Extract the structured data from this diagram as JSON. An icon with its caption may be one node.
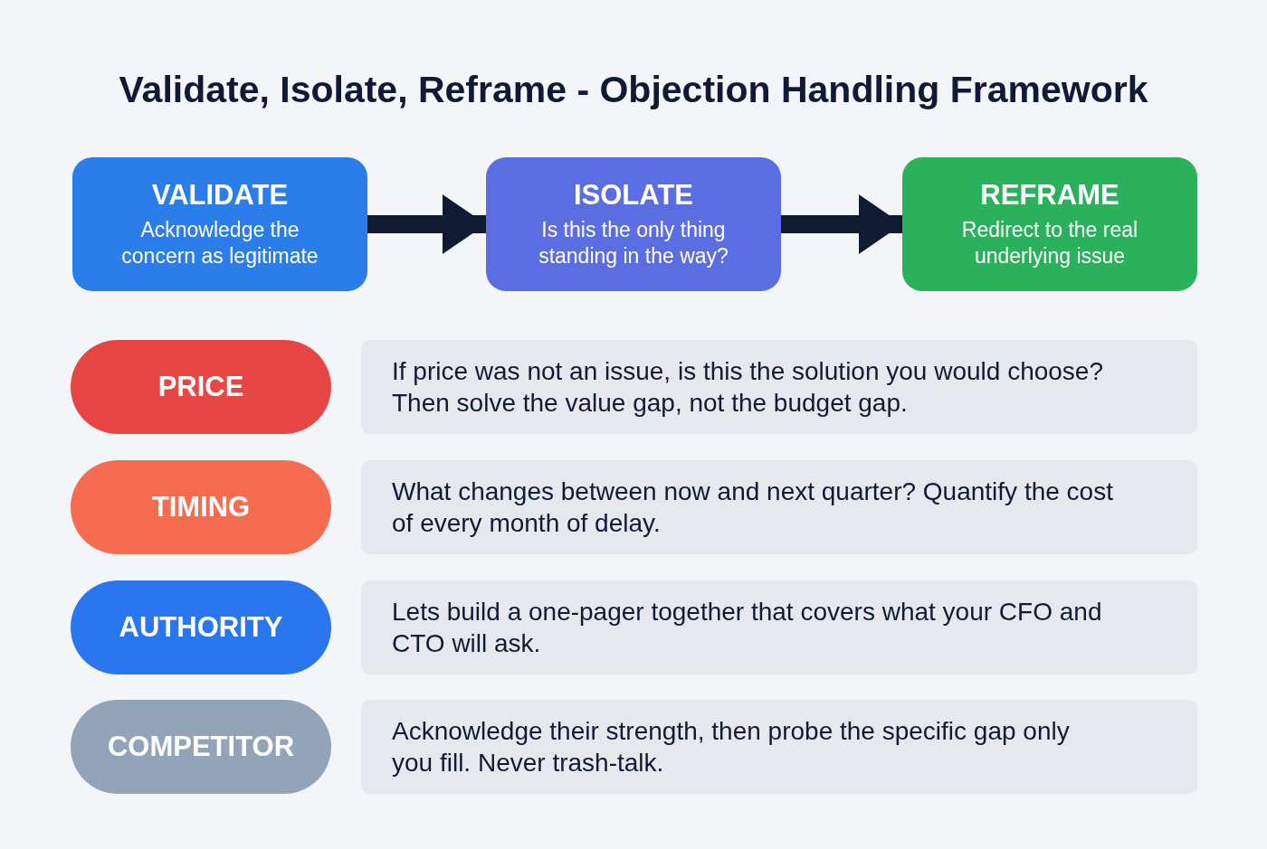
{
  "diagram": {
    "title": "Validate, Isolate, Reframe - Objection Handling Framework",
    "nodes": [
      {
        "text": [
          "VALIDATE",
          "Acknowledge the concern as legitimate"
        ]
      },
      {
        "text": [
          "ISOLATE",
          "Is this the only thing standing in the way?"
        ]
      },
      {
        "text": [
          "REFRAME",
          "Redirect to the real underlying issue"
        ]
      },
      {
        "text": [
          "PRICE"
        ]
      },
      {
        "text": [
          "If price was not an issue, is this the solution you would choose? Then solve the value gap, not the budget gap."
        ]
      },
      {
        "text": [
          "TIMING"
        ]
      },
      {
        "text": [
          "What changes between now and next quarter? Quantify the cost of every month of delay."
        ]
      },
      {
        "text": [
          "AUTHORITY"
        ]
      },
      {
        "text": [
          "Lets build a one-pager together that covers what your CFO and CTO will ask."
        ]
      },
      {
        "text": [
          "COMPETITOR"
        ]
      },
      {
        "text": [
          "Acknowledge their strength, then probe the specific gap only you fill. Never trash-talk."
        ]
      }
    ],
    "edges": [
      {
        "from": 0,
        "to": 1,
        "arrow": "to"
      },
      {
        "from": 1,
        "to": 2,
        "arrow": "to"
      }
    ]
  }
}
